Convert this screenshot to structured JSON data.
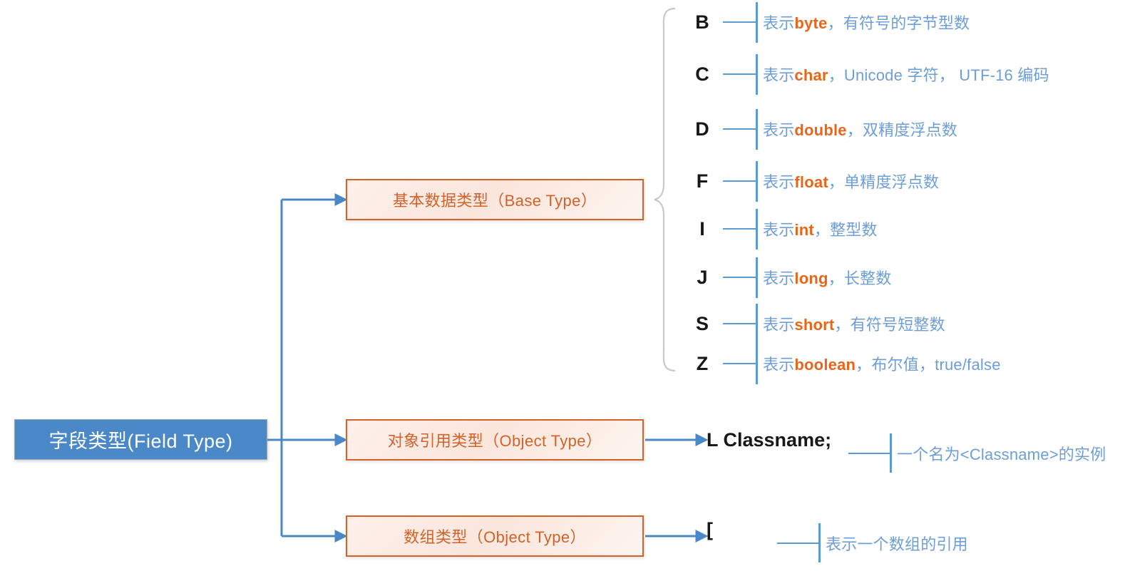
{
  "diagram": {
    "root": {
      "label": "字段类型(Field Type)",
      "color": "#4a88c7"
    },
    "accent_orange": "#d2622a",
    "accent_blue": "#5b9bd5",
    "keyword_orange": "#e8661a",
    "desc_blue": "#6d9ed6",
    "branches": [
      {
        "label": "基本数据类型（Base Type）"
      },
      {
        "label": "对象引用类型（Object Type）"
      },
      {
        "label": "数组类型（Object Type）"
      }
    ],
    "base_types": [
      {
        "letter": "B",
        "prefix": "表示",
        "keyword": "byte",
        "suffix": "，有符号的字节型数"
      },
      {
        "letter": "C",
        "prefix": "表示",
        "keyword": "char",
        "suffix": "，Unicode 字符， UTF-16 编码"
      },
      {
        "letter": "D",
        "prefix": "表示",
        "keyword": "double",
        "suffix": "，双精度浮点数"
      },
      {
        "letter": "F",
        "prefix": "表示",
        "keyword": "float",
        "suffix": "，单精度浮点数"
      },
      {
        "letter": "I",
        "prefix": "表示",
        "keyword": "int",
        "suffix": "，整型数"
      },
      {
        "letter": "J",
        "prefix": "表示",
        "keyword": "long",
        "suffix": "，长整数"
      },
      {
        "letter": "S",
        "prefix": "表示",
        "keyword": "short",
        "suffix": "，有符号短整数"
      },
      {
        "letter": "Z",
        "prefix": "表示",
        "keyword": "boolean",
        "suffix": "，布尔值，true/false"
      }
    ],
    "object_type": {
      "code": "L Classname;",
      "description": "一个名为<Classname>的实例"
    },
    "array_type": {
      "code": "[",
      "description": "表示一个数组的引用"
    }
  }
}
